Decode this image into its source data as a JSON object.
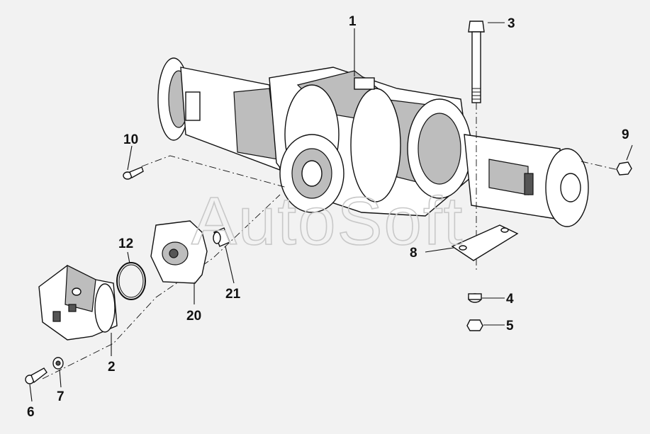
{
  "watermark": "AutoSoft",
  "callouts": {
    "c1": "1",
    "c2": "2",
    "c3": "3",
    "c4": "4",
    "c5": "5",
    "c6": "6",
    "c7": "7",
    "c8": "8",
    "c9": "9",
    "c10": "10",
    "c12": "12",
    "c20": "20",
    "c21": "21"
  }
}
